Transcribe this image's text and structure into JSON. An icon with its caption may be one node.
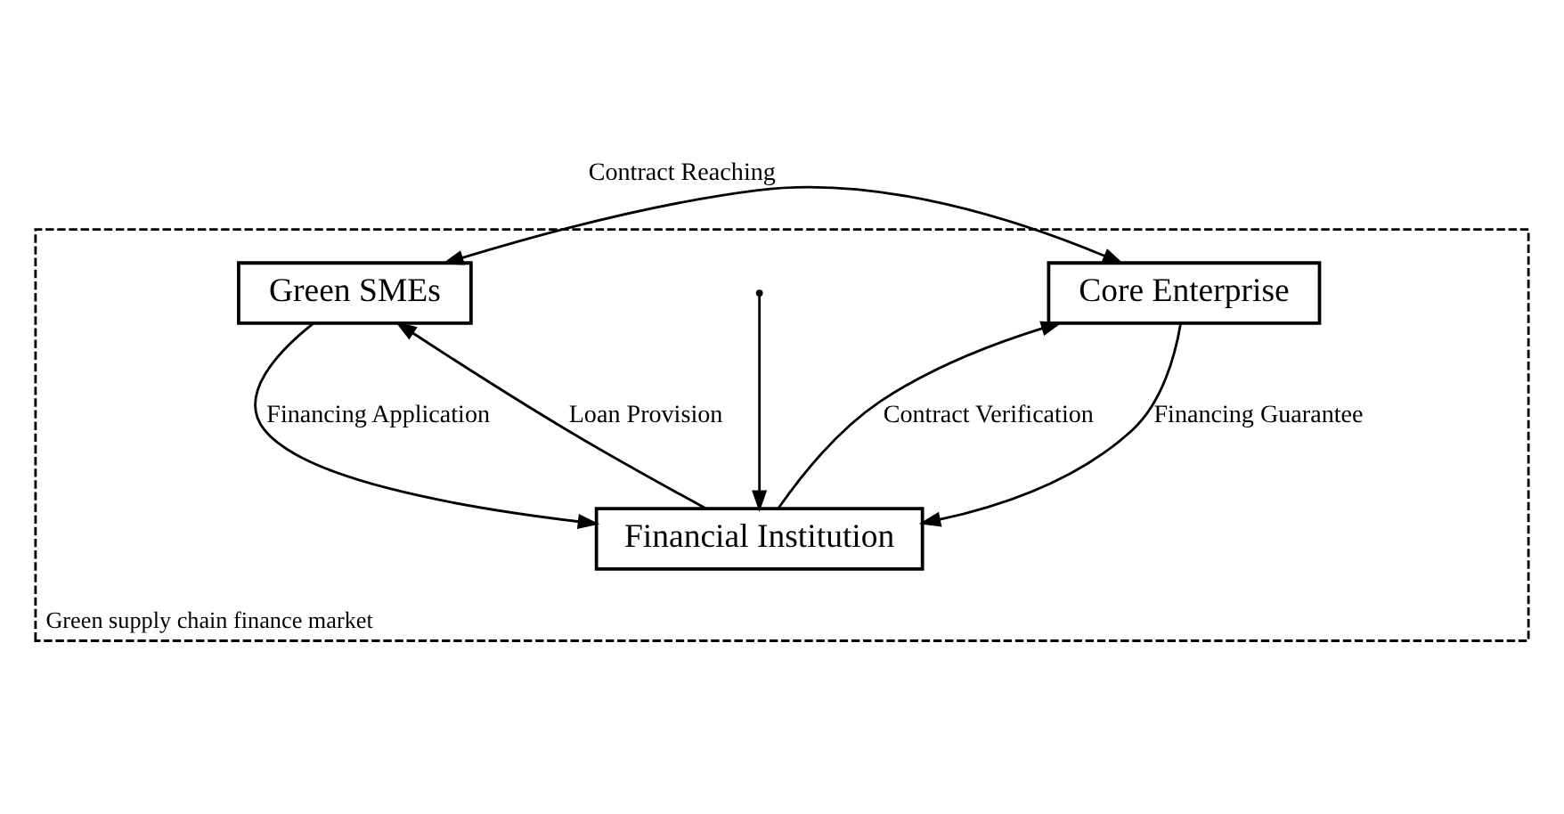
{
  "diagram": {
    "nodes": [
      {
        "text": [
          "Green supply chain finance market"
        ]
      },
      {
        "text": [
          "Green SMEs"
        ],
        "in": 0
      },
      {
        "text": [
          "Core Enterprise"
        ],
        "in": 0
      },
      {
        "text": [
          "Financial Institution"
        ],
        "in": 0
      }
    ],
    "edges": [
      {
        "from": 1,
        "to": 2,
        "arrow": "both",
        "label": "Contract Reaching"
      },
      {
        "from": null,
        "to": 3,
        "arrow": "to"
      },
      {
        "from": 3,
        "to": 1,
        "arrow": "to",
        "label": "Loan Provision"
      },
      {
        "from": 1,
        "to": 3,
        "arrow": "to",
        "label": "Financing Application"
      },
      {
        "from": 2,
        "to": 3,
        "arrow": "to",
        "label": "Financing Guarantee"
      },
      {
        "from": 3,
        "to": 2,
        "arrow": "to",
        "label": "Contract Verification"
      }
    ]
  }
}
